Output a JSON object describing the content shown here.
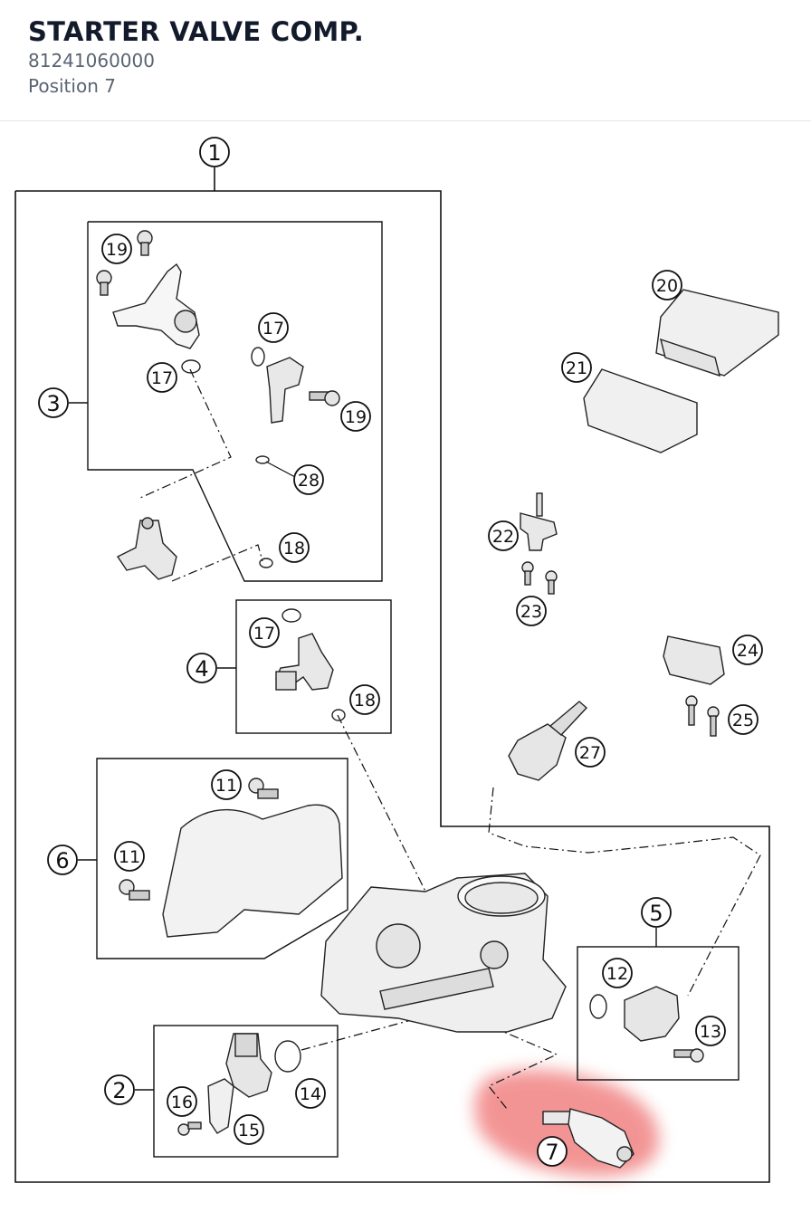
{
  "header": {
    "title": "STARTER VALVE COMP.",
    "part_number": "81241060000",
    "position": "Position 7"
  },
  "colors": {
    "highlight": "#f07a7a",
    "title": "#121a2b",
    "subtitle": "#5a6472",
    "line": "#111111"
  },
  "callouts": {
    "c1": "1",
    "c2": "2",
    "c3": "3",
    "c4": "4",
    "c5": "5",
    "c6": "6",
    "c7": "7",
    "c11a": "11",
    "c11b": "11",
    "c12": "12",
    "c13": "13",
    "c14": "14",
    "c15": "15",
    "c16": "16",
    "c17a": "17",
    "c17b": "17",
    "c17c": "17",
    "c18a": "18",
    "c18b": "18",
    "c19a": "19",
    "c19b": "19",
    "c20": "20",
    "c21": "21",
    "c22": "22",
    "c23": "23",
    "c24": "24",
    "c25": "25",
    "c27": "27",
    "c28": "28"
  },
  "highlighted_position": "7"
}
